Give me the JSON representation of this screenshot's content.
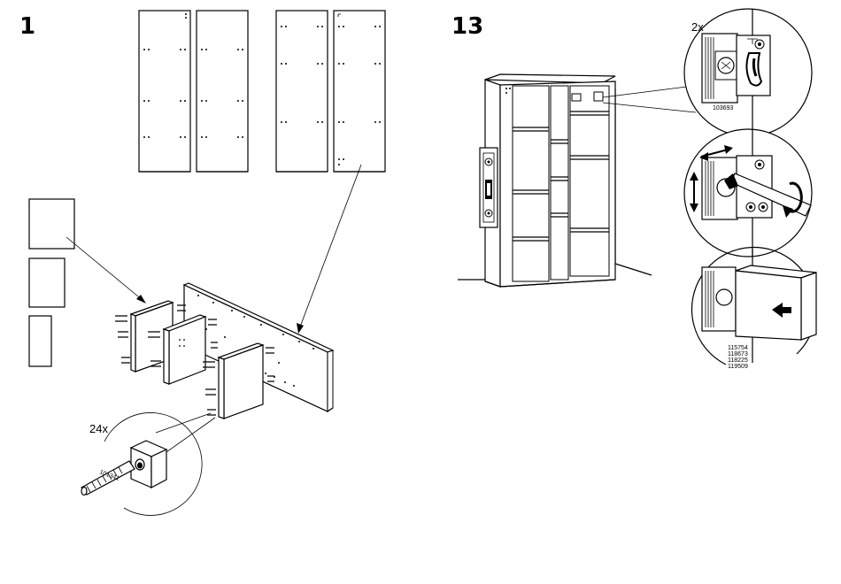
{
  "step1": {
    "number": "1",
    "dowel_quantity": "24x",
    "dowel_part": "101341"
  },
  "step13": {
    "number": "13",
    "bracket_quantity": "2x",
    "bracket_part": "103693",
    "cap_parts": [
      "115754",
      "118673",
      "118225",
      "119509"
    ]
  },
  "colors": {
    "ink": "#000000",
    "paper": "#ffffff",
    "shade": "#d9d9d9"
  }
}
